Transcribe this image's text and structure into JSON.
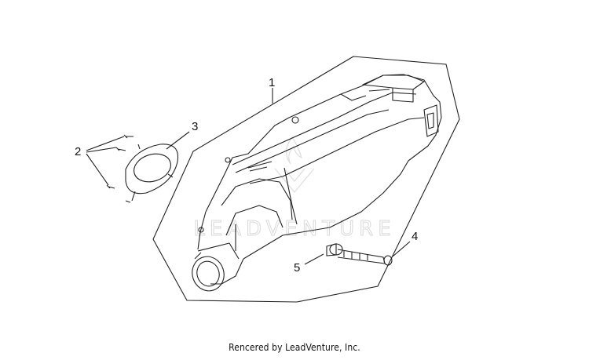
{
  "callouts": [
    {
      "id": "1",
      "label": "1"
    },
    {
      "id": "2",
      "label": "2"
    },
    {
      "id": "3",
      "label": "3"
    },
    {
      "id": "4",
      "label": "4"
    },
    {
      "id": "5",
      "label": "5"
    }
  ],
  "watermark": "LEADVENTURE",
  "credit": "Rencered by LeadVenture, Inc."
}
